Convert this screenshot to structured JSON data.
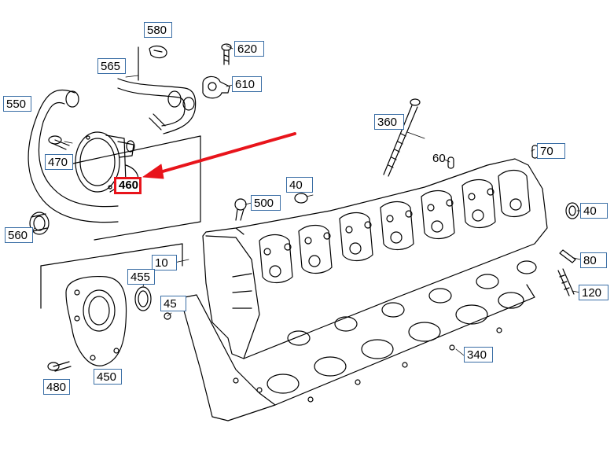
{
  "callouts": {
    "c580": "580",
    "c620": "620",
    "c565": "565",
    "c610": "610",
    "c550": "550",
    "c360": "360",
    "c470": "470",
    "c460": "460",
    "c60": "60",
    "c70": "70",
    "c40a": "40",
    "c500": "500",
    "c40b": "40",
    "c560": "560",
    "c80": "80",
    "c10": "10",
    "c455": "455",
    "c45": "45",
    "c120": "120",
    "c340": "340",
    "c480": "480",
    "c450": "450"
  },
  "highlight": {
    "callout": "460",
    "arrow_color": "#e8141b"
  },
  "colors": {
    "label_border": "#3a6ea5",
    "highlight": "#e8141b",
    "line": "#000000"
  }
}
